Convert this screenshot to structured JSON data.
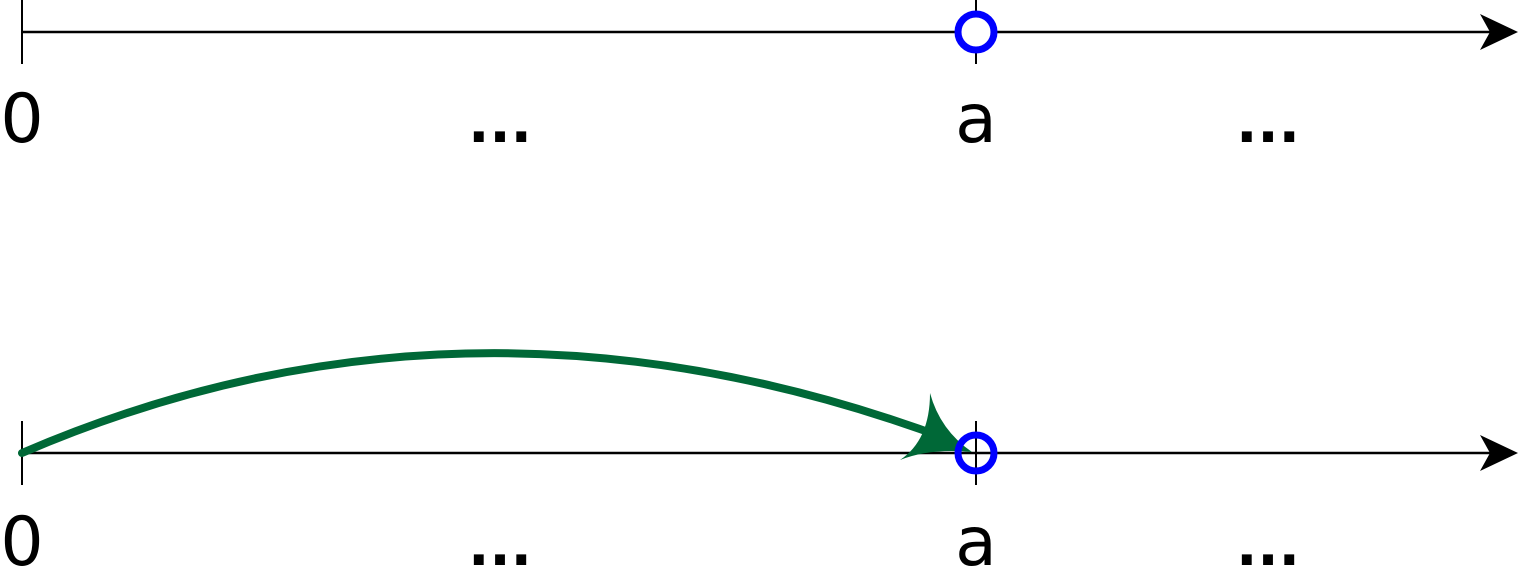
{
  "colors": {
    "axis": "#000000",
    "point": "#0000ff",
    "arrow": "#006837"
  },
  "number_lines": [
    {
      "labels": {
        "zero": "0",
        "gap1": "...",
        "point": "a",
        "gap2": "..."
      },
      "has_jump_arrow": false
    },
    {
      "labels": {
        "zero": "0",
        "gap1": "...",
        "point": "a",
        "gap2": "..."
      },
      "has_jump_arrow": true
    }
  ]
}
